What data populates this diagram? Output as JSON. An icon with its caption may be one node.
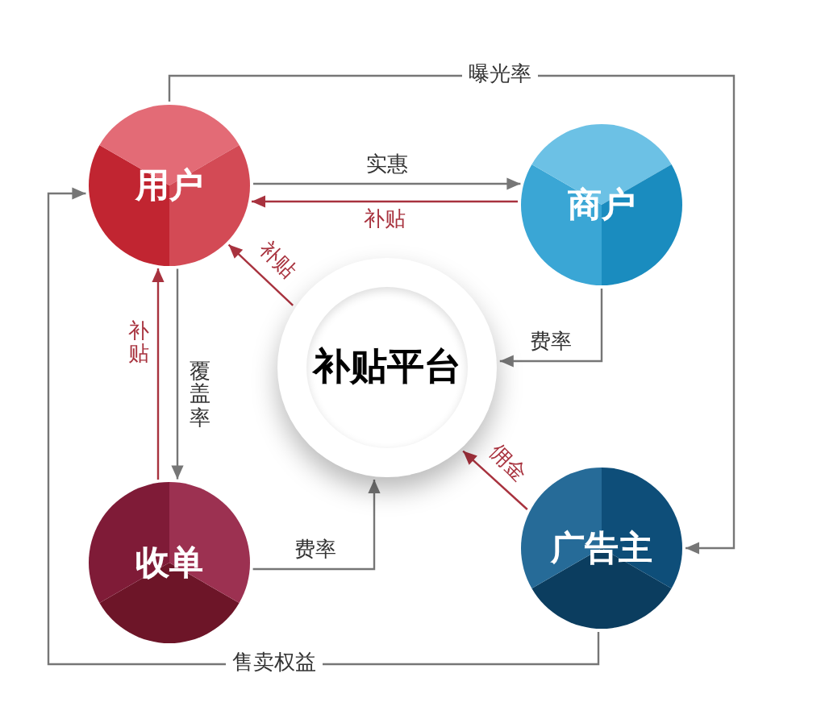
{
  "diagram": {
    "nodes": [
      {
        "text": [
          "用户"
        ]
      },
      {
        "text": [
          "商户"
        ]
      },
      {
        "text": [
          "补贴平台"
        ]
      },
      {
        "text": [
          "收单"
        ]
      },
      {
        "text": [
          "广告主"
        ]
      }
    ],
    "edges": [
      {
        "from": 0,
        "to": 4,
        "arrow": "to",
        "label": "曝光率"
      },
      {
        "from": 0,
        "to": 1,
        "arrow": "to",
        "label": "实惠"
      },
      {
        "from": 1,
        "to": 0,
        "arrow": "to",
        "label": "补贴",
        "color": "#a8323e"
      },
      {
        "from": 2,
        "to": 0,
        "arrow": "to",
        "label": "补贴",
        "color": "#a8323e"
      },
      {
        "from": 1,
        "to": 2,
        "arrow": "to",
        "label": "费率"
      },
      {
        "from": 3,
        "to": 0,
        "arrow": "to",
        "label": "补贴",
        "color": "#a8323e"
      },
      {
        "from": 0,
        "to": 3,
        "arrow": "to",
        "label": "覆盖率"
      },
      {
        "from": 3,
        "to": 2,
        "arrow": "to",
        "label": "费率"
      },
      {
        "from": 4,
        "to": 2,
        "arrow": "to",
        "label": "佣金",
        "color": "#a8323e"
      },
      {
        "from": 4,
        "to": 0,
        "arrow": "to",
        "label": "售卖权益"
      }
    ]
  }
}
